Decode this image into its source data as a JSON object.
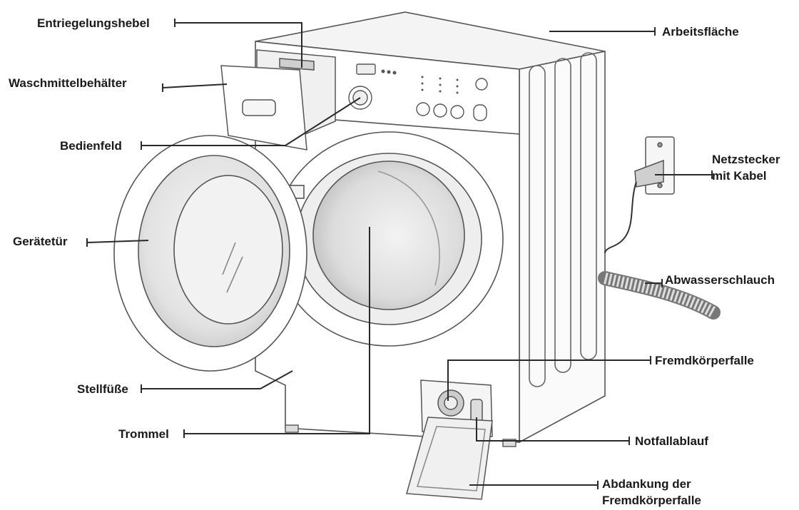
{
  "labels": {
    "entriegelungshebel": "Entriegelungshebel",
    "waschmittelbehaelter": "Waschmittelbehälter",
    "bedienfeld": "Bedienfeld",
    "geraetetuer": "Gerätetür",
    "stellfuesse": "Stellfüße",
    "trommel": "Trommel",
    "arbeitsflaeche": "Arbeitsfläche",
    "netzstecker_line1": "Netzstecker",
    "netzstecker_line2": "mit Kabel",
    "abwasserschlauch": "Abwasserschlauch",
    "fremdkoerperfalle": "Fremdkörperfalle",
    "notfallablauf": "Notfallablauf",
    "abdankung_line1": "Abdankung der",
    "abdankung_line2": "Fremdkörperfalle"
  },
  "colors": {
    "line": "#2a2a2a",
    "drawing": "#555555",
    "shade": "#e6e6e6",
    "label": "#1a1a1a"
  }
}
